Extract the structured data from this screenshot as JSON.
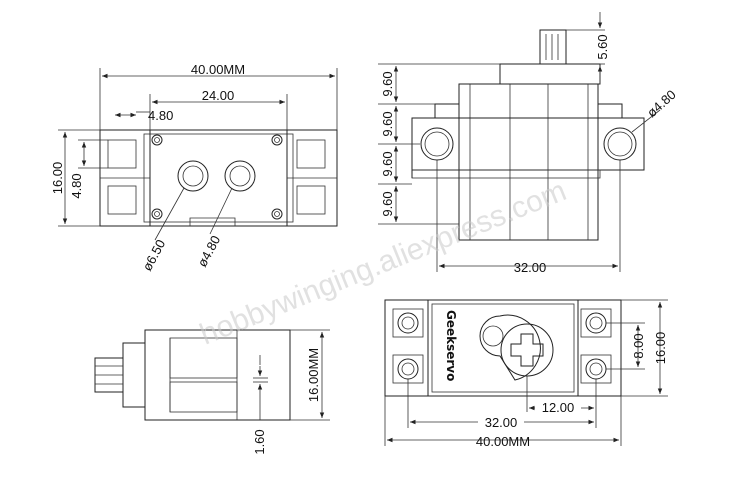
{
  "watermark": "hobbywinging.aliexpress.com",
  "brand": "Geekservo",
  "top_view": {
    "width_label": "40.00MM",
    "inner_label": "24.00",
    "small_label": "4.80",
    "height_label": "16.00",
    "left_small_label": "4.80",
    "dia_large_label": "ø6.50",
    "dia_small_label": "ø4.80"
  },
  "side_view": {
    "shaft_label": "5.60",
    "seg1": "9.60",
    "seg2": "9.60",
    "seg3": "9.60",
    "seg4": "9.60",
    "hole_label": "ø4.80",
    "spacing_label": "32.00"
  },
  "end_view": {
    "height_label": "16.00MM",
    "small_label": "1.60"
  },
  "front_view": {
    "vertical_small": "8.00",
    "vertical_big": "16.00",
    "offset_label": "12.00",
    "spacing_label": "32.00",
    "width_label": "40.00MM"
  }
}
